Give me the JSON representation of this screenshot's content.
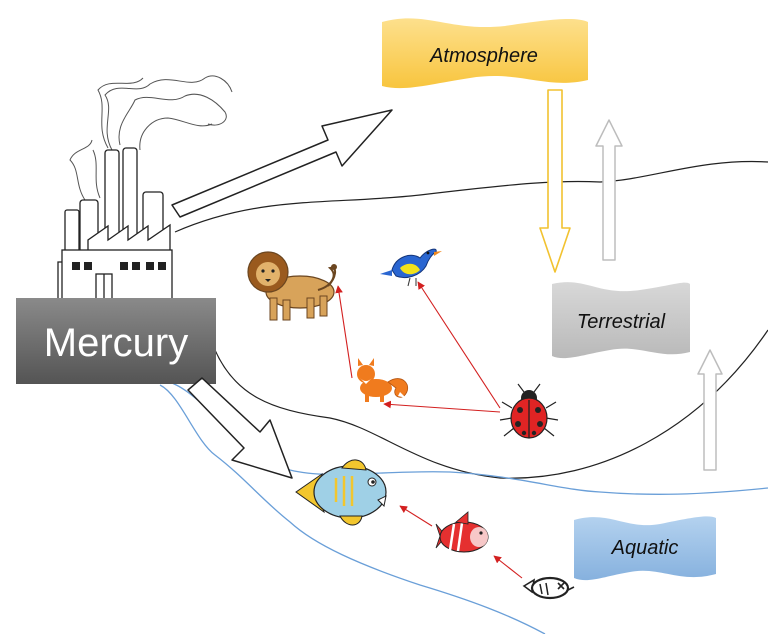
{
  "labels": {
    "atmosphere": "Atmosphere",
    "terrestrial": "Terrestrial",
    "aquatic": "Aquatic",
    "mercury": "Mercury"
  },
  "colors": {
    "atmosphere_fill": "#fcd26a",
    "atmosphere_arrow": "#f2c230",
    "terrestrial_fill": "#c9c9c9",
    "aquatic_fill": "#9ec3e8",
    "mercury_fill": "#6f6f6f",
    "food_web_arrow": "#d32020",
    "water_line": "#6a9fd8",
    "land_line": "#222222"
  },
  "icons": {
    "source": "factory-smokestacks-icon",
    "predators": [
      "lion-icon",
      "bird-icon",
      "fox-icon",
      "ladybug-icon"
    ],
    "aquatic": [
      "big-fish-icon",
      "striped-fish-icon",
      "small-fish-icon"
    ]
  }
}
